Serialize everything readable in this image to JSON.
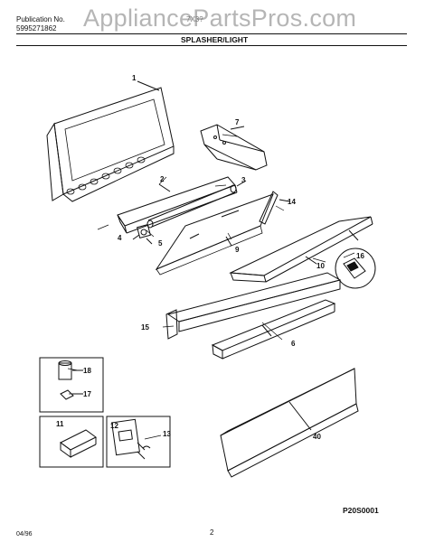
{
  "header": {
    "watermark": "AppliancePartsPros.com",
    "publication_label": "Publication No.",
    "publication_number": "5995271862",
    "model": "7X3?",
    "section_title": "SPLASHER/LIGHT"
  },
  "callouts": [
    "1",
    "2",
    "3",
    "4",
    "5",
    "6",
    "7",
    "9",
    "10",
    "11",
    "12",
    "13",
    "14",
    "15",
    "16",
    "17",
    "18",
    "40"
  ],
  "footer": {
    "date": "04/96",
    "page": "2",
    "diagram_code": "P20S0001"
  },
  "colors": {
    "line": "#111111",
    "watermark": "#8c8c8c"
  }
}
